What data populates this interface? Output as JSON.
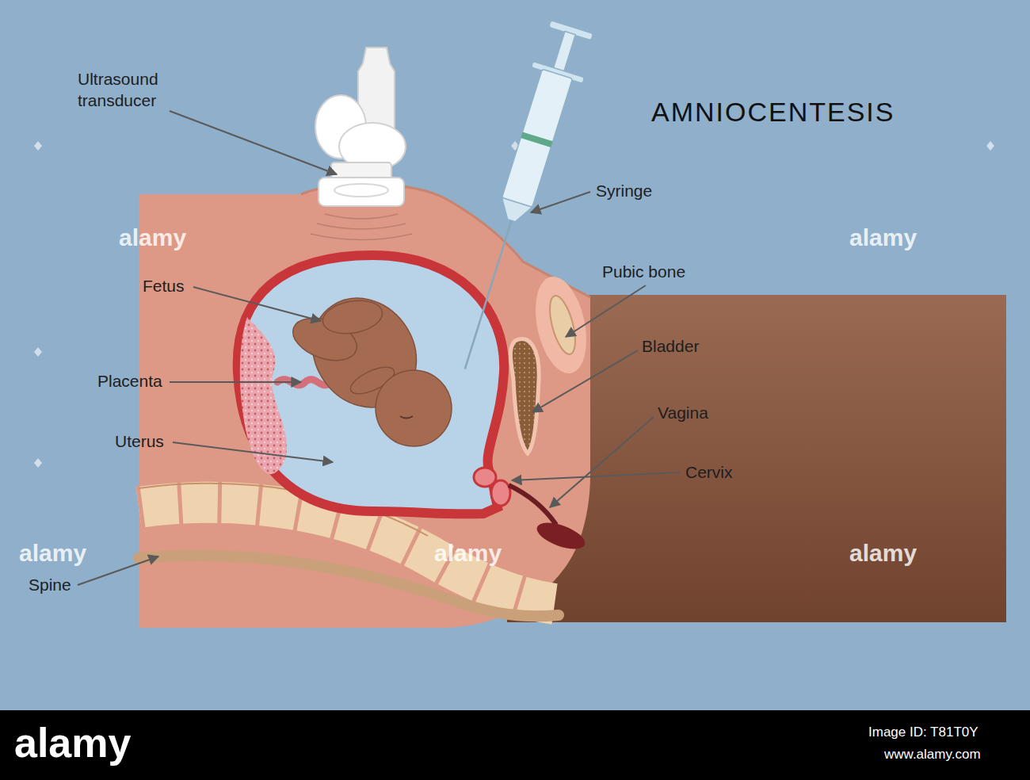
{
  "diagram": {
    "title": "AMNIOCENTESIS",
    "labels": [
      "Ultrasound transducer",
      "Syringe",
      "Fetus",
      "Pubic bone",
      "Placenta",
      "Bladder",
      "Vagina",
      "Uterus",
      "Cervix",
      "Spine",
      "alamy",
      "alamy",
      "alamy",
      "alamy",
      "alamy",
      "alamy",
      "Image ID: T81T0Y",
      "www.alamy.com"
    ]
  }
}
